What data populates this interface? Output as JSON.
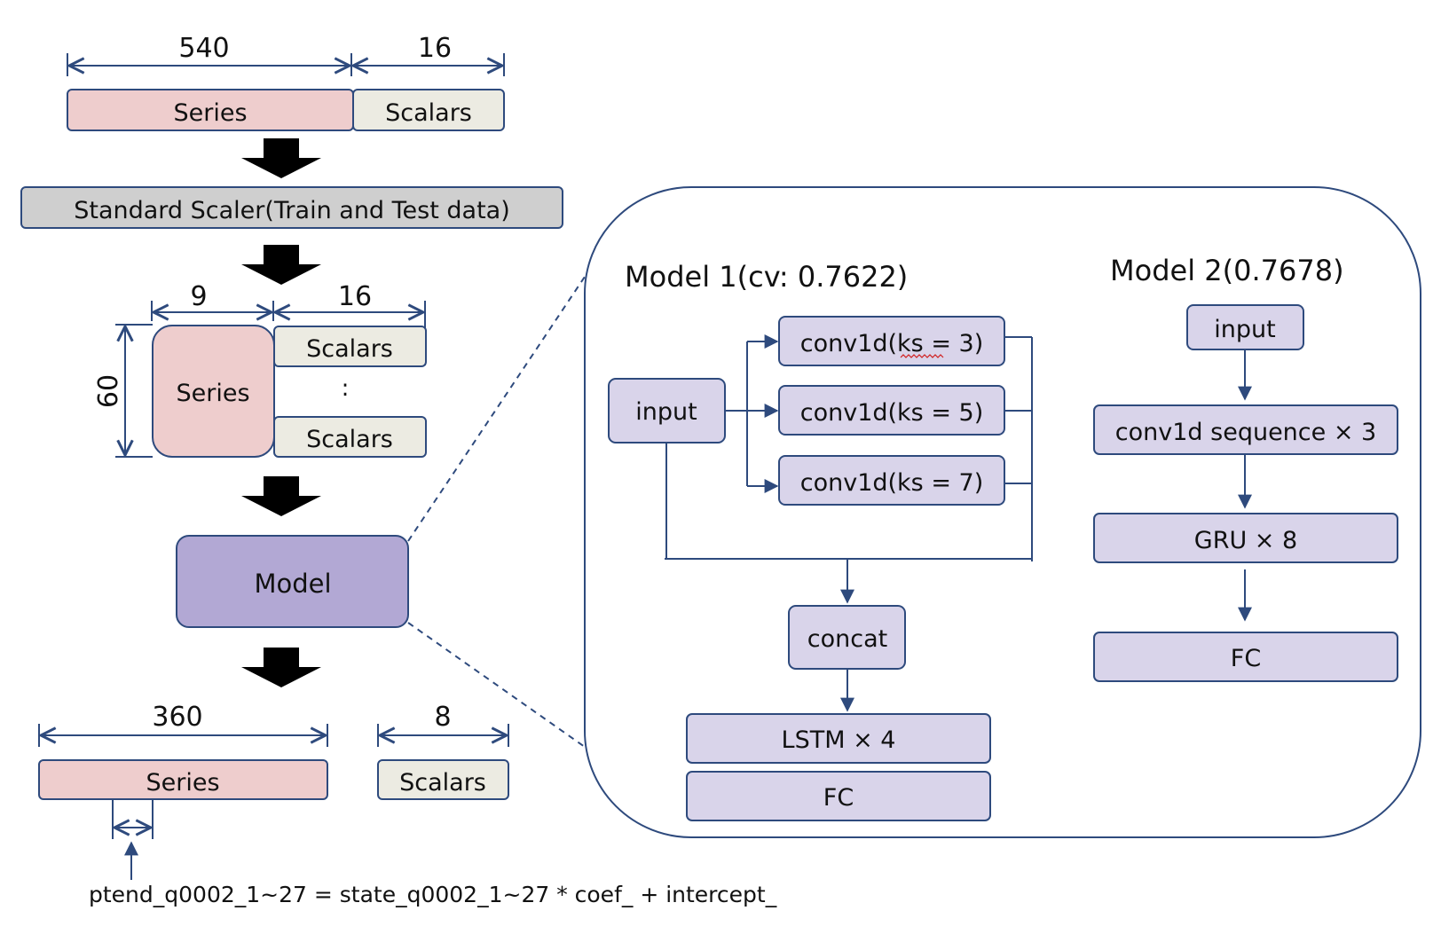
{
  "colors": {
    "series_fill": "#eecdcd",
    "scalar_fill": "#ecebe2",
    "scaler_fill": "#cfcfcf",
    "model_fill": "#b2a8d4",
    "layer_fill": "#d9d4ea",
    "line": "#2e4a7d",
    "arrow": "#000000"
  },
  "input_stage": {
    "series_width_label": "540",
    "scalars_width_label": "16",
    "series_label": "Series",
    "scalars_label": "Scalars"
  },
  "scaler_label": "Standard Scaler(Train and Test data)",
  "reshaped_stage": {
    "series_width_label": "9",
    "scalars_width_label": "16",
    "height_label": "60",
    "series_label": "Series",
    "scalars_top_label": "Scalars",
    "scalars_bottom_label": "Scalars",
    "ellipsis_dots": ":"
  },
  "model_label": "Model",
  "output_stage": {
    "series_width_label": "360",
    "scalars_width_label": "8",
    "series_label": "Series",
    "scalars_label": "Scalars"
  },
  "formula": "ptend_q0002_1~27 = state_q0002_1~27 * coef_ + intercept_",
  "model1": {
    "title": "Model 1(cv: 0.7622)",
    "input_label": "input",
    "conv_labels": [
      "conv1d(ks = 3)",
      "conv1d(ks = 5)",
      "conv1d(ks = 7)"
    ],
    "concat_label": "concat",
    "lstm_label": "LSTM × 4",
    "fc_label": "FC"
  },
  "model2": {
    "title": "Model 2(0.7678)",
    "input_label": "input",
    "conv_seq_label": "conv1d sequence × 3",
    "gru_label": "GRU × 8",
    "fc_label": "FC"
  }
}
